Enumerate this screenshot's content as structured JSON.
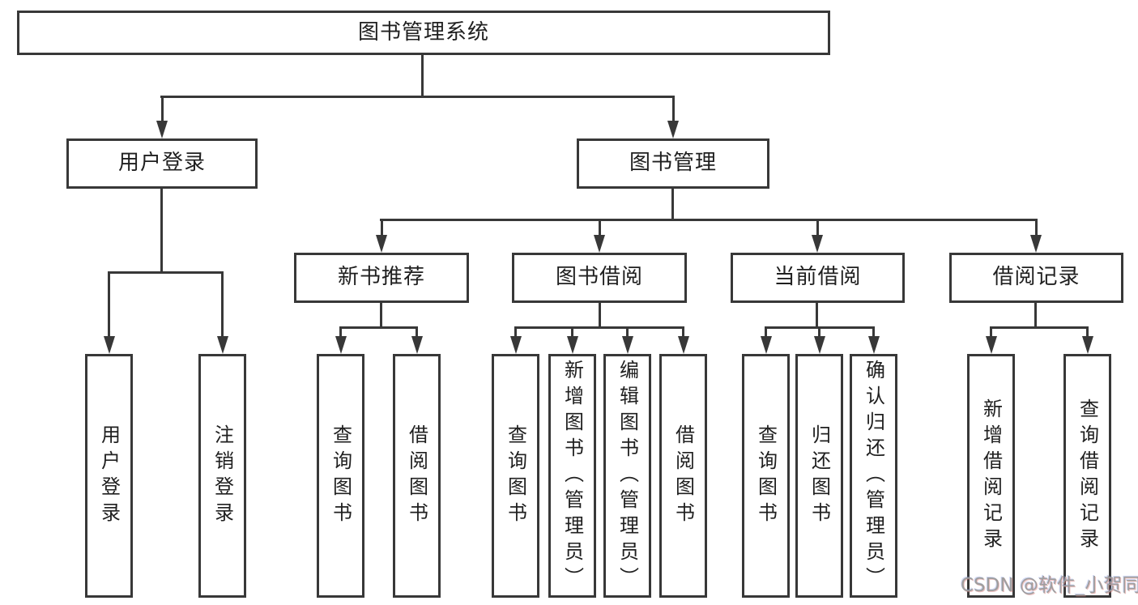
{
  "colors": {
    "line": "#383838",
    "text": "#1f1f1f",
    "background": "#ffffff",
    "watermark": "#9e9e9e"
  },
  "watermark": {
    "text": "CSDN @软件_小贺同学"
  },
  "tree": {
    "root": {
      "label": "图书管理系统"
    },
    "children": [
      {
        "label": "用户登录",
        "children": [
          {
            "label": "用户登录"
          },
          {
            "label": "注销登录"
          }
        ]
      },
      {
        "label": "图书管理",
        "children": [
          {
            "label": "新书推荐",
            "children": [
              {
                "label": "查询图书"
              },
              {
                "label": "借阅图书"
              }
            ]
          },
          {
            "label": "图书借阅",
            "children": [
              {
                "label": "查询图书"
              },
              {
                "label": "新增图书（管理员）"
              },
              {
                "label": "编辑图书（管理员）"
              },
              {
                "label": "借阅图书"
              }
            ]
          },
          {
            "label": "当前借阅",
            "children": [
              {
                "label": "查询图书"
              },
              {
                "label": "归还图书"
              },
              {
                "label": "确认归还（管理员）"
              }
            ]
          },
          {
            "label": "借阅记录",
            "children": [
              {
                "label": "新增借阅记录"
              },
              {
                "label": "查询借阅记录"
              }
            ]
          }
        ]
      }
    ]
  }
}
